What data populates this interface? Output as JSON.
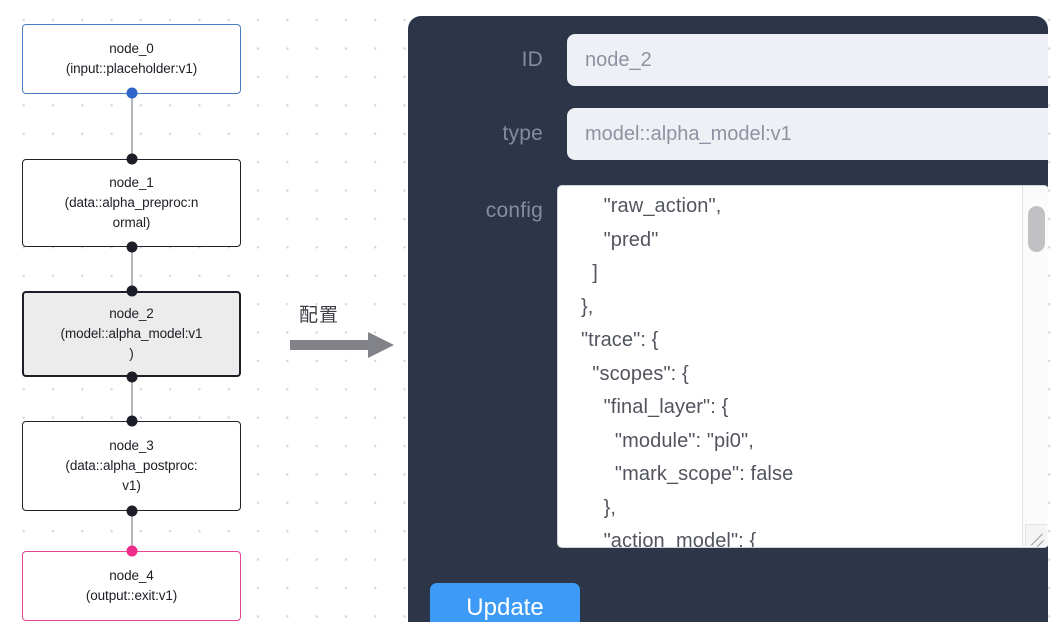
{
  "canvas": {
    "nodes": [
      {
        "id": "node_0",
        "label": "node_0\n(input::placeholder:v1)",
        "border_color": "#4a7ec4",
        "fill": "#ffffff",
        "handle_color": "#2f63c8",
        "state": "input"
      },
      {
        "id": "node_1",
        "label": "node_1\n(data::alpha_preproc:n\normal)",
        "border_color": "#22222c",
        "fill": "#ffffff",
        "handle_color": "#1d1d28",
        "state": "default"
      },
      {
        "id": "node_2",
        "label": "node_2\n(model::alpha_model:v1\n)",
        "border_color": "#1e1e28",
        "fill": "#ececec",
        "handle_color": "#1d1d28",
        "state": "selected"
      },
      {
        "id": "node_3",
        "label": "node_3\n(data::alpha_postproc:\nv1)",
        "border_color": "#22222c",
        "fill": "#ffffff",
        "handle_color": "#1d1d28",
        "state": "default"
      },
      {
        "id": "node_4",
        "label": "node_4\n(output::exit:v1)",
        "border_color": "#e5468f",
        "fill": "#ffffff",
        "handle_color": "#ef2d8a",
        "state": "output"
      }
    ],
    "edges": [
      {
        "from": "node_0",
        "to": "node_1"
      },
      {
        "from": "node_1",
        "to": "node_2"
      },
      {
        "from": "node_2",
        "to": "node_3"
      },
      {
        "from": "node_3",
        "to": "node_4"
      }
    ]
  },
  "annotation": {
    "arrow_label": "配置",
    "arrow_color": "#828289"
  },
  "panel": {
    "background": "#2c3648",
    "fields": {
      "id": {
        "label": "ID",
        "value": "node_2"
      },
      "type": {
        "label": "type",
        "value": "model::alpha_model:v1"
      },
      "config": {
        "label": "config",
        "value": "       \"raw_action\",\n       \"pred\"\n     ]\n   },\n   \"trace\": {\n     \"scopes\": {\n       \"final_layer\": {\n         \"module\": \"pi0\",\n         \"mark_scope\": false\n       },\n       \"action_model\": {"
      }
    },
    "update_button": {
      "label": "Update",
      "color": "#3d9bf7"
    }
  }
}
